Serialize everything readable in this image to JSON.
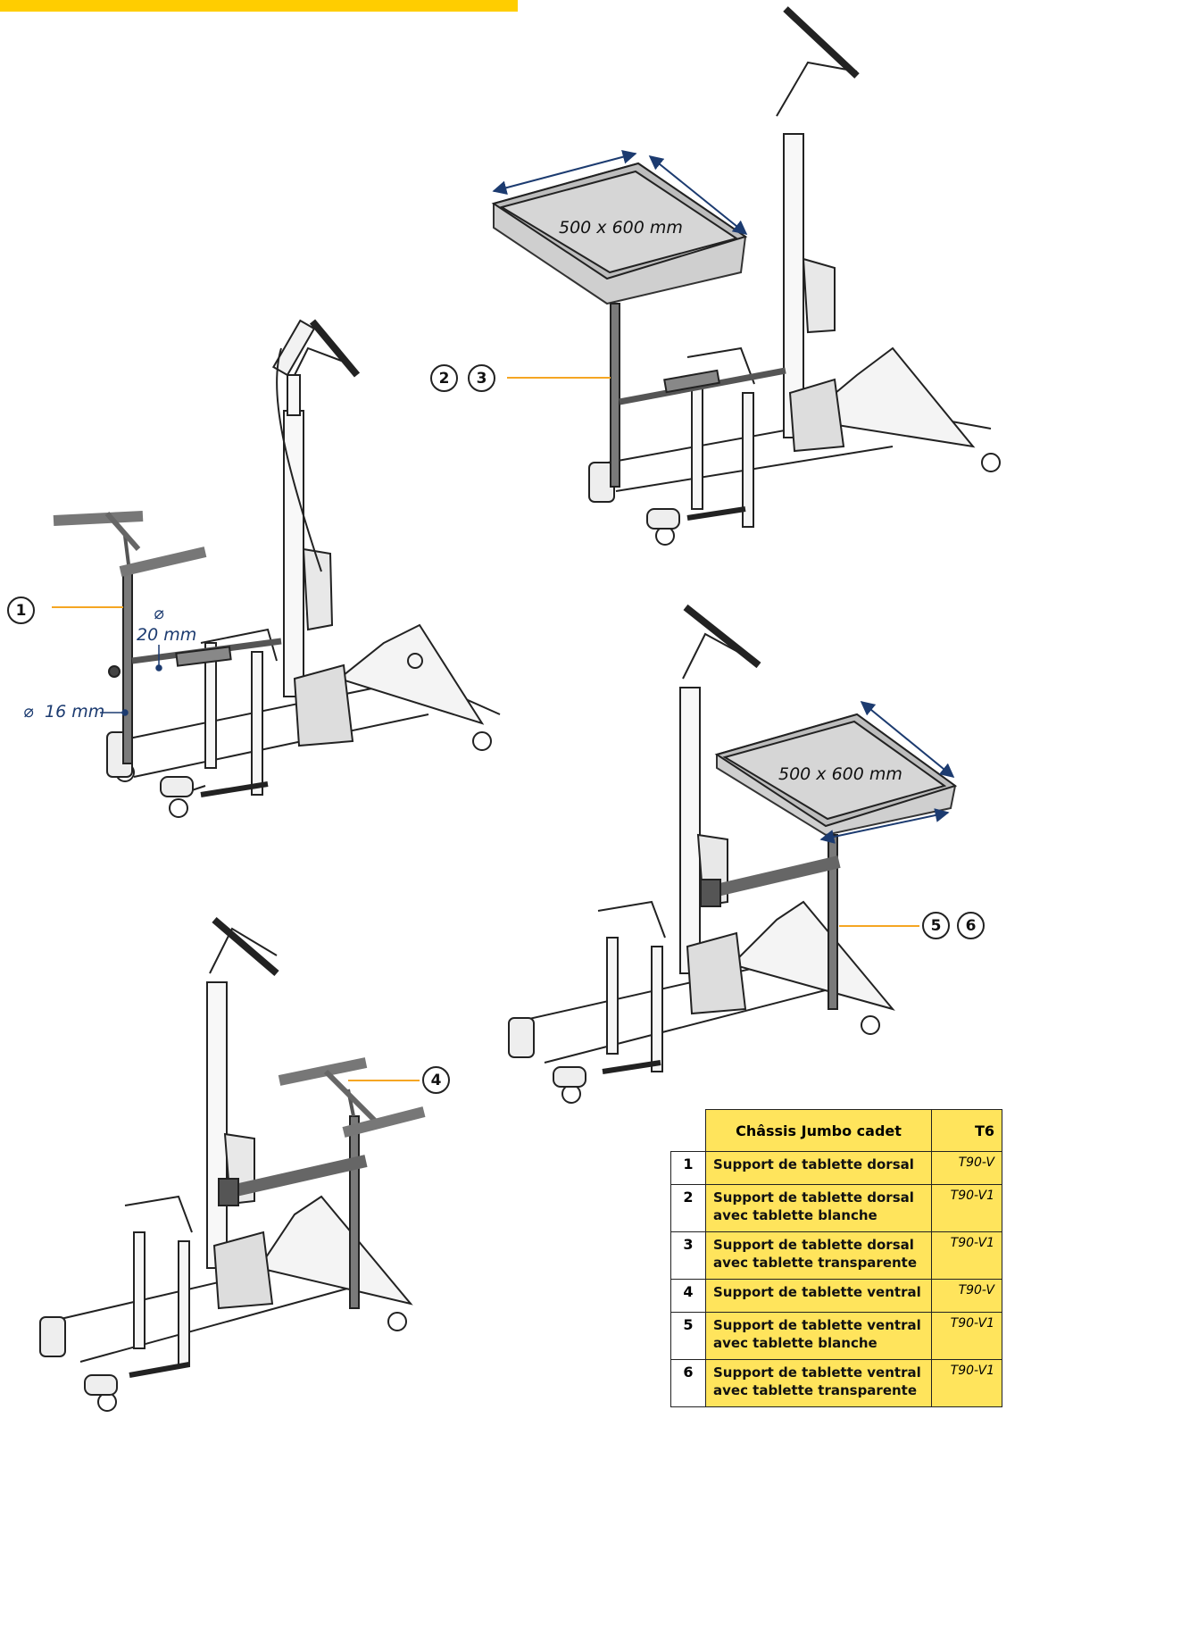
{
  "header": {
    "bar_color": "#FFCD00"
  },
  "callouts": [
    "1",
    "2",
    "3",
    "4",
    "5",
    "6"
  ],
  "dimensions": {
    "rod_dorsal": "16 mm",
    "bar_dorsal": "20 mm",
    "diameter_symbol": "⌀"
  },
  "trays": [
    "500 x 600 mm",
    "500 x 600 mm"
  ],
  "parts_table": {
    "header": {
      "name": "Châssis Jumbo cadet",
      "ref": "T6"
    },
    "rows": [
      {
        "num": "1",
        "name": "Support de tablette dorsal",
        "ref": "T90-V"
      },
      {
        "num": "2",
        "name": "Support de tablette dorsal avec tablette blanche",
        "ref": "T90-V1"
      },
      {
        "num": "3",
        "name": "Support de tablette dorsal avec tablette transparente",
        "ref": "T90-V1"
      },
      {
        "num": "4",
        "name": "Support de tablette ventral",
        "ref": "T90-V"
      },
      {
        "num": "5",
        "name": "Support de tablette ventral avec tablette blanche",
        "ref": "T90-V1"
      },
      {
        "num": "6",
        "name": "Support de tablette ventral avec tablette transparente",
        "ref": "T90-V1"
      }
    ]
  },
  "colors": {
    "accent": "#FFCD00",
    "leader": "#F5A623",
    "dimension": "#1c3b70",
    "tray": "#d4d4d4"
  }
}
